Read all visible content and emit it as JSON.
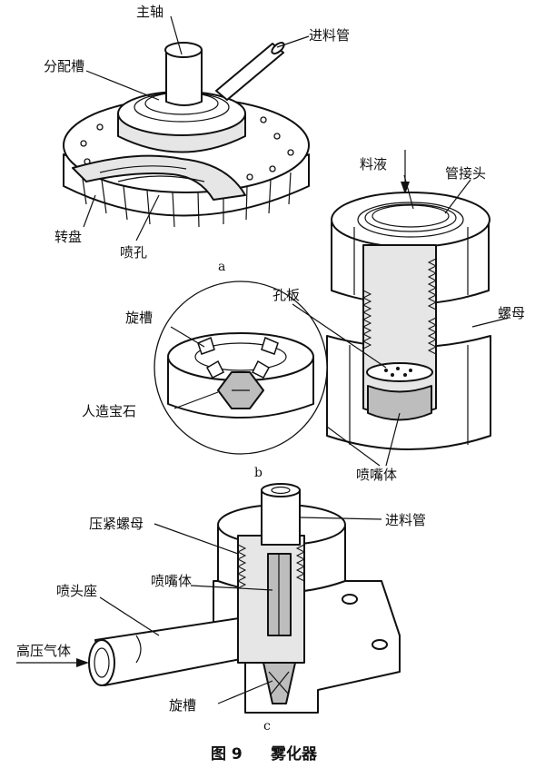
{
  "figure": {
    "caption_number": "图 9",
    "caption_title": "雾化器"
  },
  "panel_a": {
    "sub_label": "a",
    "labels": {
      "spindle": "主轴",
      "feed_pipe": "进料管",
      "distribution_groove": "分配槽",
      "rotating_disc": "转盘",
      "spray_hole": "喷孔"
    }
  },
  "panel_b": {
    "sub_label": "b",
    "labels": {
      "feed_liquid": "料液",
      "pipe_joint": "管接头",
      "orifice_plate": "孔板",
      "nut": "螺母",
      "swirl_groove": "旋槽",
      "artificial_gem": "人造宝石",
      "nozzle_body": "喷嘴体"
    }
  },
  "panel_c": {
    "sub_label": "c",
    "labels": {
      "clamp_nut": "压紧螺母",
      "feed_pipe": "进料管",
      "nozzle_seat": "喷头座",
      "nozzle_body": "喷嘴体",
      "high_pressure_gas": "高压气体",
      "swirl_groove": "旋槽"
    }
  }
}
